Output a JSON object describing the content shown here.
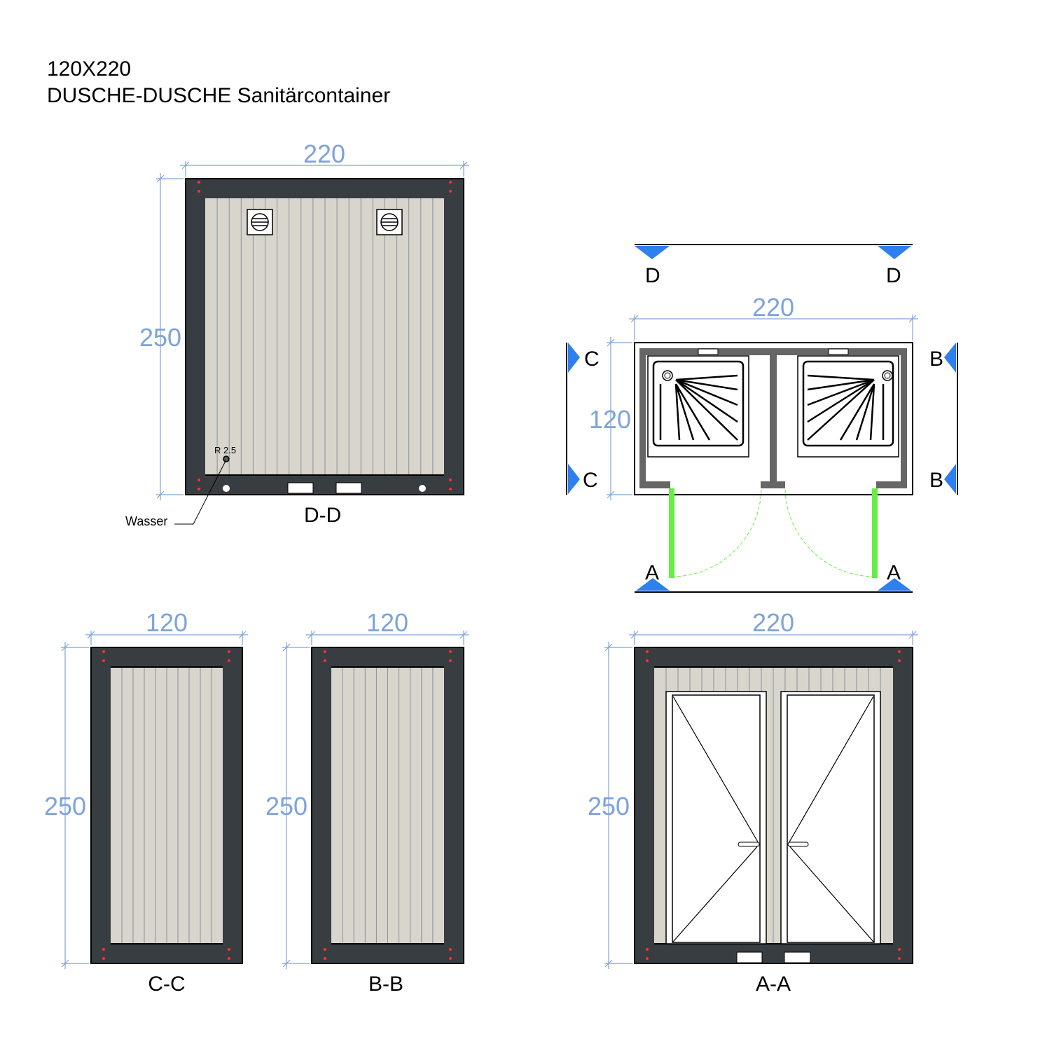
{
  "title": {
    "line1": "120X220",
    "line2": "DUSCHE-DUSCHE Sanitärcontainer"
  },
  "views": {
    "dd": {
      "label": "D-D",
      "width": "220",
      "height": "250",
      "water_label": "Wasser",
      "radius_label": "R 2.5"
    },
    "plan": {
      "width": "220",
      "depth": "120",
      "markers": {
        "d1": "D",
        "d2": "D",
        "c1": "C",
        "c2": "C",
        "b1": "B",
        "b2": "B",
        "a1": "A",
        "a2": "A"
      }
    },
    "cc": {
      "label": "C-C",
      "width": "120",
      "height": "250"
    },
    "bb": {
      "label": "B-B",
      "width": "120",
      "height": "250"
    },
    "aa": {
      "label": "A-A",
      "width": "220",
      "height": "250"
    }
  },
  "colors": {
    "dimension": "#7ea3da",
    "frame": "#383d41",
    "panel": "#d8d6cc",
    "marker": "#2f7ff0",
    "door_swing": "#66ee44"
  }
}
